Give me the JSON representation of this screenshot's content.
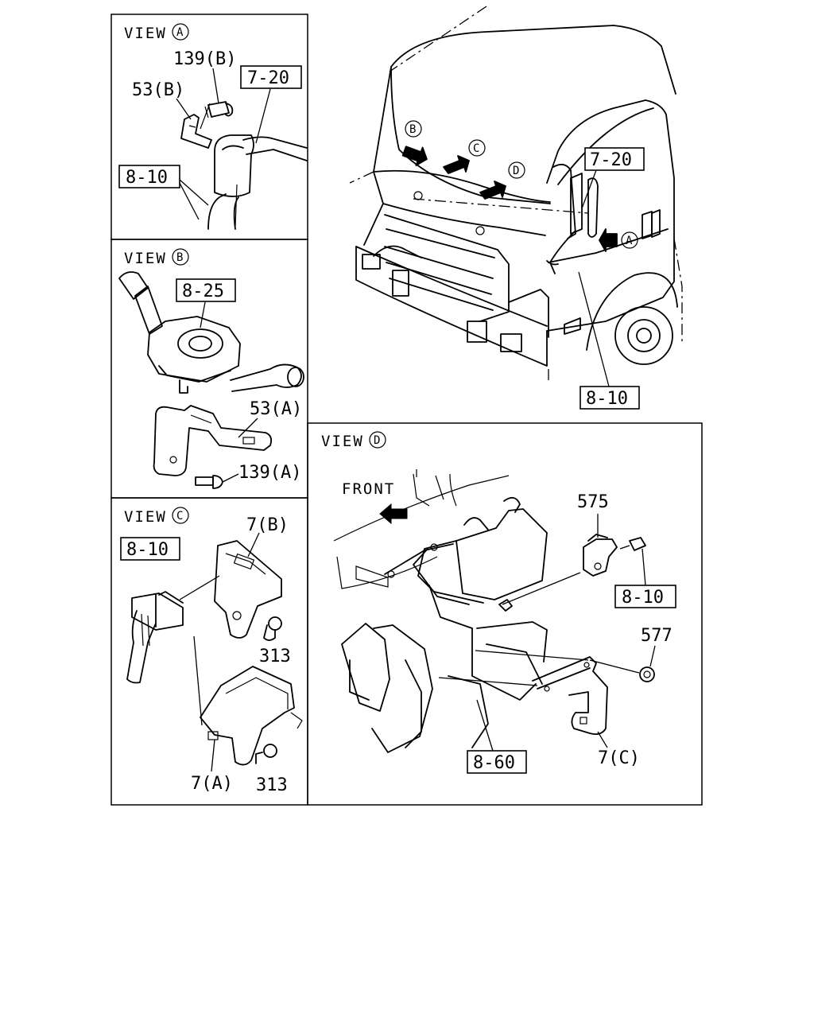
{
  "views": {
    "a": {
      "title": "VIEW",
      "letter": "A"
    },
    "b": {
      "title": "VIEW",
      "letter": "B"
    },
    "c": {
      "title": "VIEW",
      "letter": "C"
    },
    "d": {
      "title": "VIEW",
      "letter": "D"
    }
  },
  "main_letters": {
    "b": "B",
    "c": "C",
    "d": "D",
    "a": "A"
  },
  "labels": {
    "a_139b": "139(B)",
    "a_53b": "53(B)",
    "a_7_20": "7-20",
    "a_8_10": "8-10",
    "b_8_25": "8-25",
    "b_53a": "53(A)",
    "b_139a": "139(A)",
    "c_7b": "7(B)",
    "c_8_10": "8-10",
    "c_313_top": "313",
    "c_313_bottom": "313",
    "c_7a": "7(A)",
    "main_7_20": "7-20",
    "main_8_10": "8-10",
    "d_front": "FRONT",
    "d_575": "575",
    "d_8_10": "8-10",
    "d_577": "577",
    "d_8_60": "8-60",
    "d_7c": "7(C)"
  }
}
